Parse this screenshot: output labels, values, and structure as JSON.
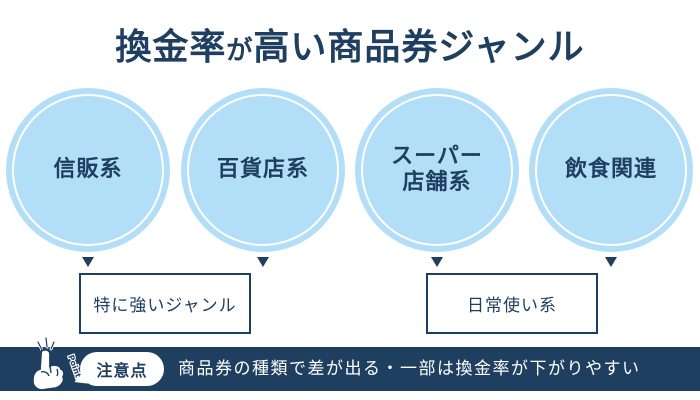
{
  "title": {
    "part1": "換金率",
    "part2": "が",
    "part3": "高い商品券ジャンル"
  },
  "colors": {
    "navy": "#1f3f60",
    "circle_fill": "#b3def8",
    "background": "#ffffff"
  },
  "genres": [
    {
      "line1": "信販系",
      "line2": ""
    },
    {
      "line1": "百貨店系",
      "line2": ""
    },
    {
      "line1": "スーパー",
      "line2": "店舗系"
    },
    {
      "line1": "飲食関連",
      "line2": ""
    }
  ],
  "groups": [
    {
      "label": "特に強いジャンル",
      "covers": [
        "信販系",
        "百貨店系"
      ]
    },
    {
      "label": "日常使い系",
      "covers": [
        "スーパー店舗系",
        "飲食関連"
      ]
    }
  ],
  "footer": {
    "mascot_text": "Point!",
    "badge": "注意点",
    "note": "商品券の種類で差が出る・一部は換金率が下がりやすい"
  }
}
